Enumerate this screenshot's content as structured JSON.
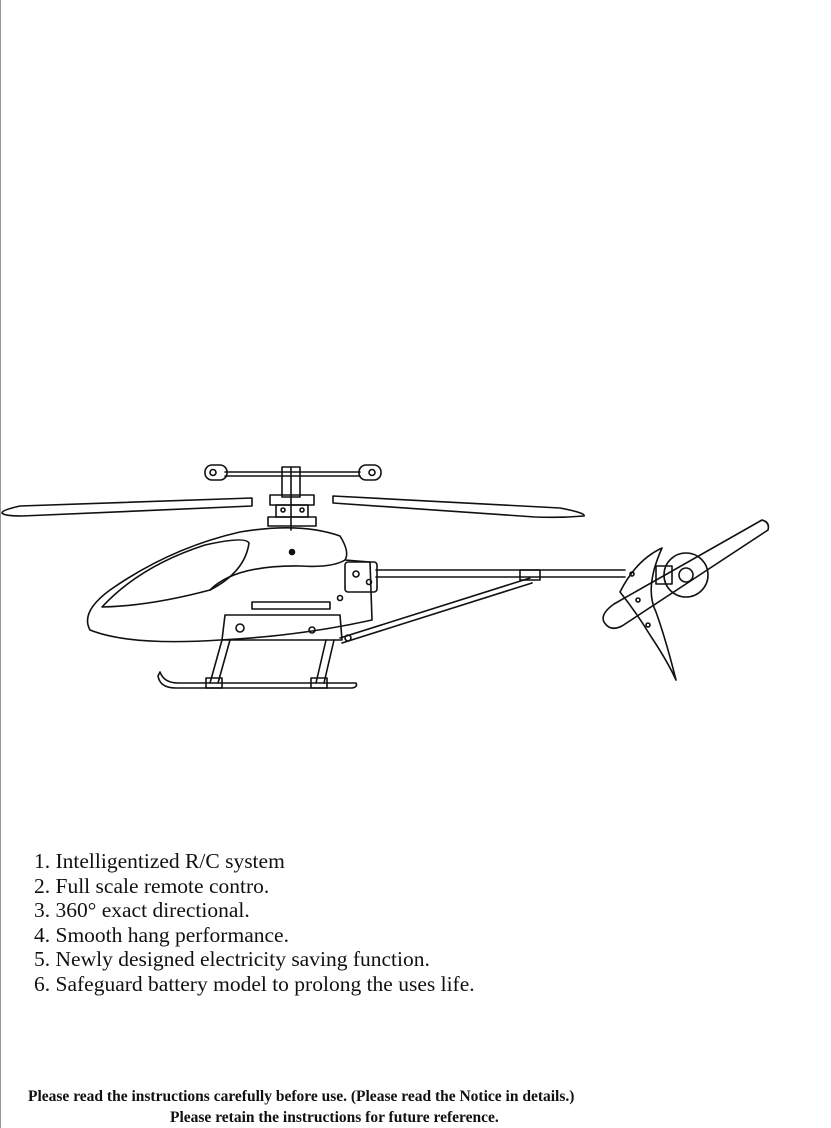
{
  "features": [
    "1. Intelligentized R/C system",
    "2. Full scale remote contro.",
    "3. 360° exact directional.",
    "4. Smooth hang performance.",
    "5. Newly designed electricity saving function.",
    "6. Safeguard battery model to prolong the uses life."
  ],
  "notices": {
    "read_instructions": "Please read the instructions carefully before use. (Please read the Notice in details.)",
    "retain_instructions": "Please retain the instructions for future reference."
  },
  "illustration": {
    "subject": "rc-helicopter-line-drawing",
    "stroke_color": "#111111"
  }
}
